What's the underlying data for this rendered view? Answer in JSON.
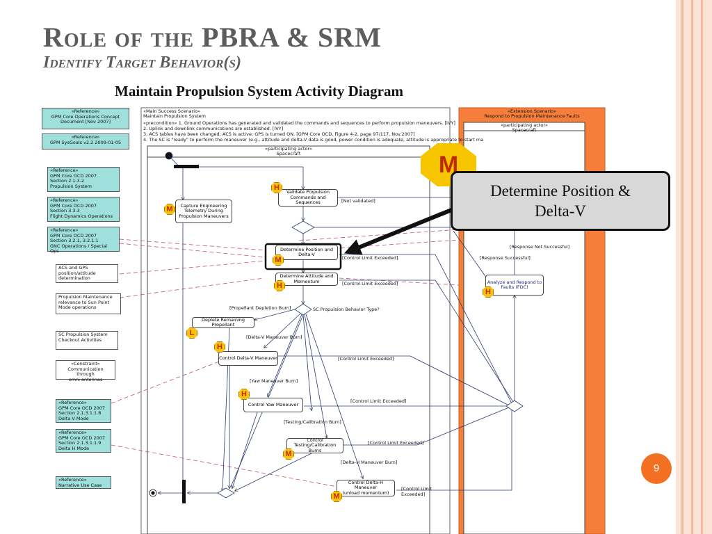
{
  "slide": {
    "title_line1": "Role of the PBRA & SRM",
    "title_line2": "Identify Target Behavior(s)",
    "diagram_title": "Maintain Propulsion System Activity Diagram",
    "page_number": "9"
  },
  "reference_notes": [
    "«Reference»\nGPM Core Operations Concept\nDocument [Nov 2007]",
    "«Reference»\nGPM SysGoals v2.2 2009-01-05",
    "«Reference»\nGPM Core OCD 2007\nSection 2.1.3.2\nPropulsion System",
    "«Reference»\nGPM Core OCD 2007\nSection 3.3.3\nFlight Dynamics Operations",
    "«Reference»\nGPM Core OCD 2007\nSection 3.2.1, 3.2.1.1\nGNC Operations / Special Ops",
    "«Reference»\nGPM Core OCD 2007\nSection 2.1.3.1.1.8\nDelta V Mode",
    "«Reference»\nGPM Core OCD 2007\nSection 2.1.3.1.1.9\nDelta H Mode",
    "«Reference»\nNarrative Use Case"
  ],
  "plain_notes": [
    "ACS and GPS\nposition/attitude\ndetermination",
    "Propulsion Maintenance\nrelevance to Sun Point\nMode operations",
    "SC Propulsion System\nCheckout Activities",
    "«Constraint»\nCommunication through\nomni antennas"
  ],
  "main_scenario": {
    "stereotype": "«Main Success Scenario»",
    "name": "Maintain Propulsion System",
    "conditions": [
      "«precondition» 1. Ground Operations has generated and validated the commands and sequences to perform propulsion maneuvers. [IVY]",
      "2. Uplink and downlink communications are established. [IVY]",
      "3. ACS tables have been changed; ACS is active; GPS is turned ON. [GPM Core OCD, Figure 4-2, page 97/117, Nov.2007]",
      "4. The SC is \"ready\" to perform the maneuver (e.g., attitude and delta-V data is good, power condition is adequate, attitude is appropriate to start ma"
    ],
    "partition_stereotype": "«participating actor»",
    "partition_name": "Spacecraft"
  },
  "extension_scenario": {
    "stereotype": "«Extension Scenario»",
    "name": "Respond to Propulsion Maintenance Faults",
    "partition_stereotype": "«participating actor»",
    "partition_name": "Spacecraft"
  },
  "activities": {
    "validate": "Validate Propulsion\nCommands and Sequences",
    "capture": "Capture Engineering\nTelemetry During\nPropulsion Maneuvers",
    "determine_pos": "Determine Position and\nDelta-V",
    "determine_att": "Determine Attitude and\nMomentum",
    "deplete": "Deplete Remaining Propellant",
    "delta_v": "Control Delta-V Maneuver",
    "yaw": "Control Yaw Maneuver",
    "testing": "Control Testing/Calibration\nBurns",
    "delta_h": "Control Delta-H Maneuver\n(unload momentum)",
    "analyze": "Analyze and Respond to\nFaults (FDC)"
  },
  "guards": {
    "not_validated": "[Not validated]",
    "limit1": "[Control Limit Exceeded]",
    "limit2": "[Control Limit Exceeded]",
    "propellant": "[Propellant Depletion Burn]",
    "behavior": "SC Propulsion Behavior Type?",
    "delta_v_burn": "[Delta-V Maneuver Burn]",
    "limit3": "[Control Limit Exceeded]",
    "yaw_burn": "[Yaw Maneuver Burn]",
    "limit4": "[Control Limit Exceeded]",
    "testing_burn": "[Testing/Calibration Burn]",
    "limit5": "[Control Limit Exceeded]",
    "delta_h_burn": "[Delta-H Maneuver Burn]",
    "limit6": "[Control Limit\nExceeded]",
    "resp_not": "[Response Not Successful]",
    "resp_ok": "[Response Successful]"
  },
  "badges": {
    "validate": "H",
    "capture": "M",
    "determine_pos": "M",
    "determine_att": "H",
    "deplete": "L",
    "delta_v": "H",
    "yaw": "H",
    "testing": "M",
    "delta_h": "M",
    "analyze": "H"
  },
  "highlight": {
    "badge": "M",
    "callout_text": "Determine Position &\nDelta-V"
  },
  "colors": {
    "reference_note": "#9fe0dc",
    "extension_frame": "#f47e3a",
    "badge": "#f4c20f",
    "page_circle": "#f36f22",
    "stripe": "#f6b89a"
  }
}
